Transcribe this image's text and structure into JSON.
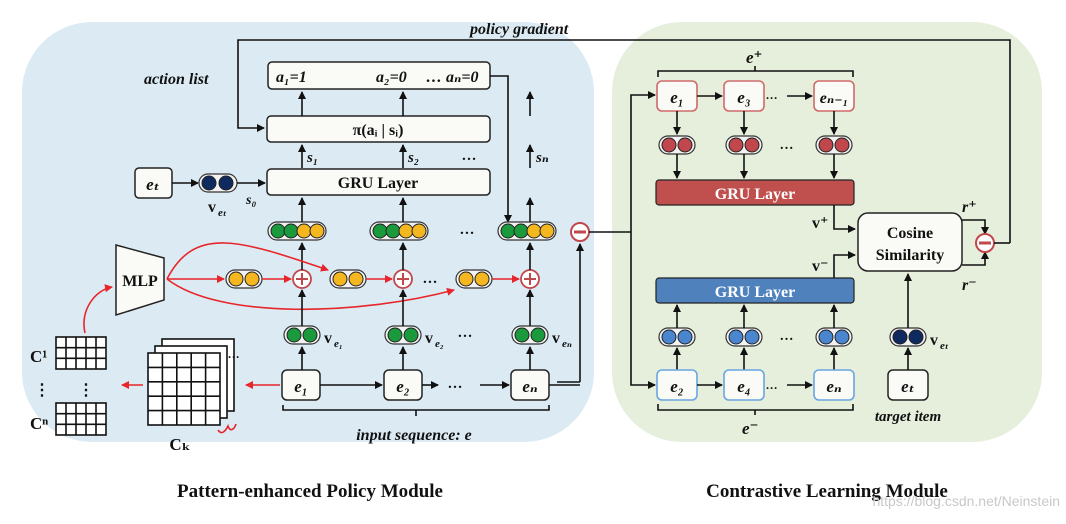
{
  "modules": {
    "policy": {
      "title": "Pattern-enhanced Policy Module",
      "bg": "#dcebf3"
    },
    "contrastive": {
      "title": "Contrastive Learning Module",
      "bg": "#e6eedc"
    }
  },
  "labels": {
    "policy_gradient": "policy gradient",
    "action_list": "action list",
    "actions": [
      "a₁=1",
      "a₂=0",
      "…",
      "aₙ=0"
    ],
    "policy_fn": "π(aᵢ | sᵢ)",
    "states": [
      "s₁",
      "s₂",
      "…",
      "sₙ"
    ],
    "s0": "s₀",
    "gru_layer": "GRU Layer",
    "target_node": "eₜ",
    "v_et": "v",
    "v_et_sub": "eₜ",
    "mlp": "MLP",
    "ellipsis": "…",
    "vertical_ellipsis": "⋮",
    "input_nodes": [
      "e₁",
      "e₂",
      "eₙ"
    ],
    "input_vectors": [
      "e₁",
      "e₂",
      "eₙ"
    ],
    "input_sequence": "input sequence: e",
    "pattern_c1": "C¹",
    "pattern_cn": "Cⁿ",
    "pattern_ck": "Cₖ",
    "pos_seq_label": "e⁺",
    "pos_nodes": [
      "e₁",
      "e₃",
      "eₙ₋₁"
    ],
    "neg_seq_label": "e⁻",
    "neg_nodes": [
      "e₂",
      "e₄",
      "eₙ"
    ],
    "v_plus": "v⁺",
    "v_minus": "v⁻",
    "cosine_line1": "Cosine",
    "cosine_line2": "Similarity",
    "r_plus": "r⁺",
    "r_minus": "r⁻",
    "target_item": "target item",
    "minus_sign": "−",
    "plus_sign": "+"
  },
  "colors": {
    "green": "#1a9a3c",
    "yellow": "#f5b71f",
    "navy": "#0f2a5e",
    "red_dot": "#c0474b",
    "blue_dot": "#4a86cf",
    "gru_pos": "#c0504d",
    "gru_neg": "#4f81bd",
    "arrow_red": "#e8252a",
    "pos_border": "#d06a6a",
    "neg_border": "#6aa6e0"
  },
  "watermark": "https://blog.csdn.net/Neinstein"
}
